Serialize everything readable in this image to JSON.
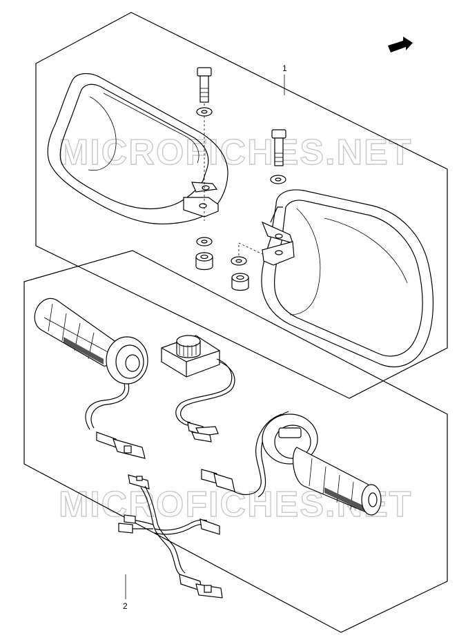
{
  "parts": [
    {
      "callout": "1"
    },
    {
      "callout": "2"
    }
  ],
  "direction_badge": {
    "label": "FWD"
  },
  "watermark": {
    "text": "MICROFICHES.NET"
  }
}
